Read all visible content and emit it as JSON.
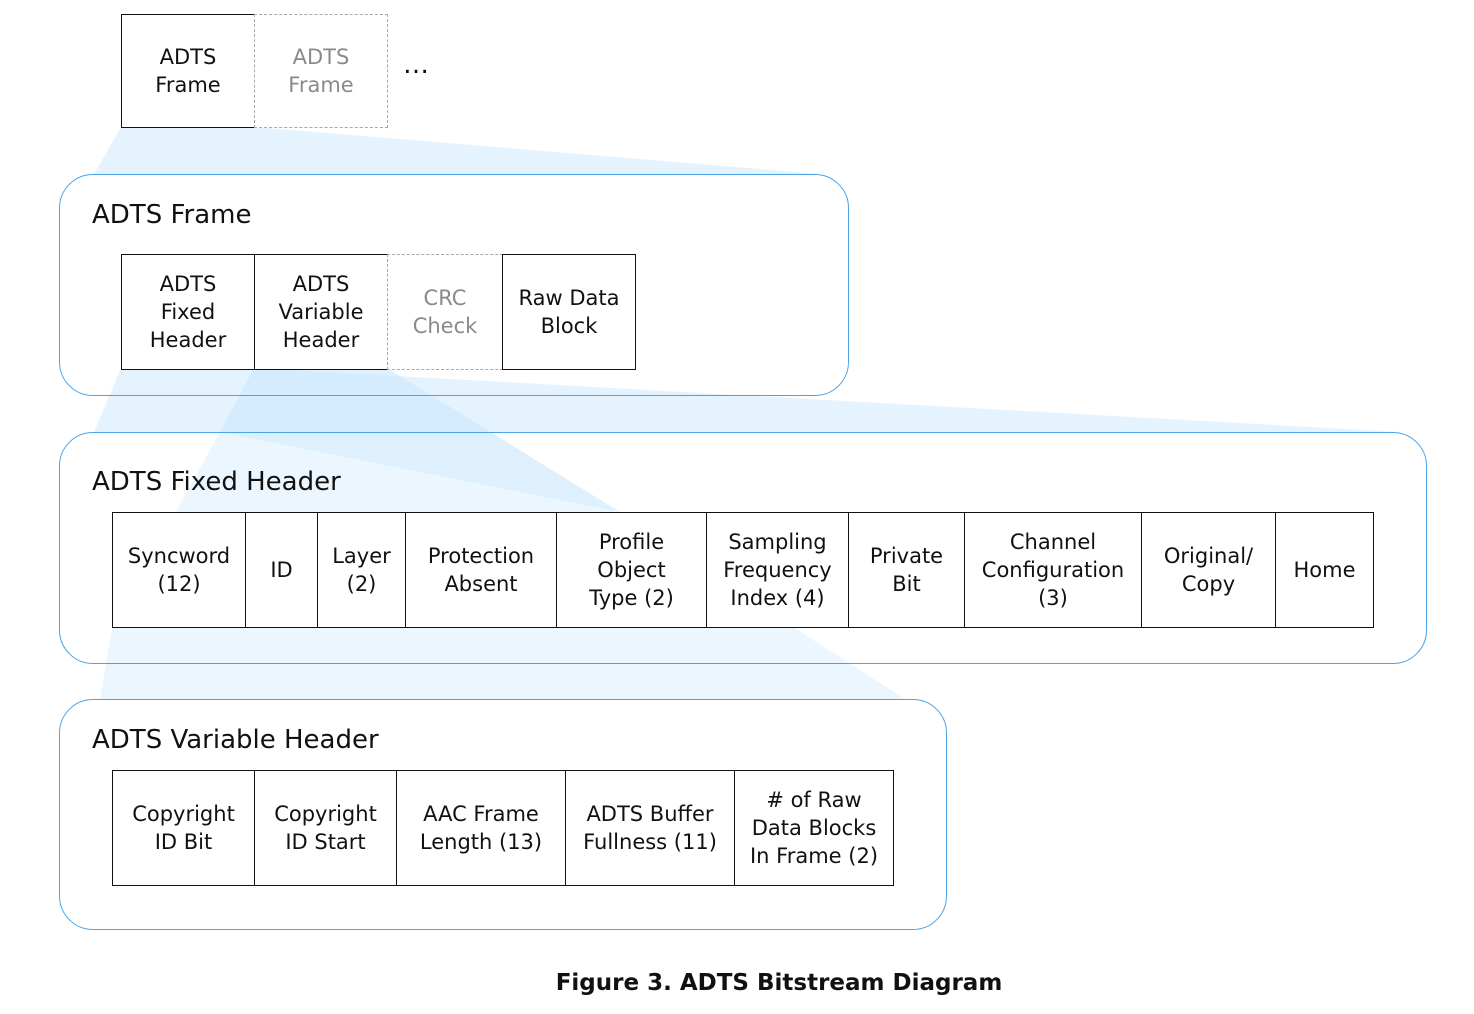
{
  "stream": {
    "frame_label": "ADTS\nFrame",
    "next_frame_label": "ADTS\nFrame",
    "ellipsis": "…"
  },
  "adts_frame": {
    "title": "ADTS Frame",
    "cells": [
      "ADTS\nFixed\nHeader",
      "ADTS\nVariable\nHeader",
      "CRC\nCheck",
      "Raw Data\nBlock"
    ]
  },
  "fixed_header": {
    "title": "ADTS Fixed Header",
    "cells": [
      "Syncword\n(12)",
      "ID",
      "Layer\n(2)",
      "Protection\nAbsent",
      "Profile\nObject\nType (2)",
      "Sampling\nFrequency\nIndex (4)",
      "Private\nBit",
      "Channel\nConfiguration\n(3)",
      "Original/\nCopy",
      "Home"
    ]
  },
  "variable_header": {
    "title": "ADTS Variable Header",
    "cells": [
      "Copyright\nID Bit",
      "Copyright\nID Start",
      "AAC Frame\nLength (13)",
      "ADTS Buffer\nFullness (11)",
      "# of Raw\nData Blocks\nIn Frame (2)"
    ]
  },
  "caption": "Figure 3. ADTS Bitstream Diagram",
  "colors": {
    "panel_border": "#4aa3e6",
    "zoom_fill": "#dcefff",
    "dashed_border": "#a8a8a8"
  }
}
